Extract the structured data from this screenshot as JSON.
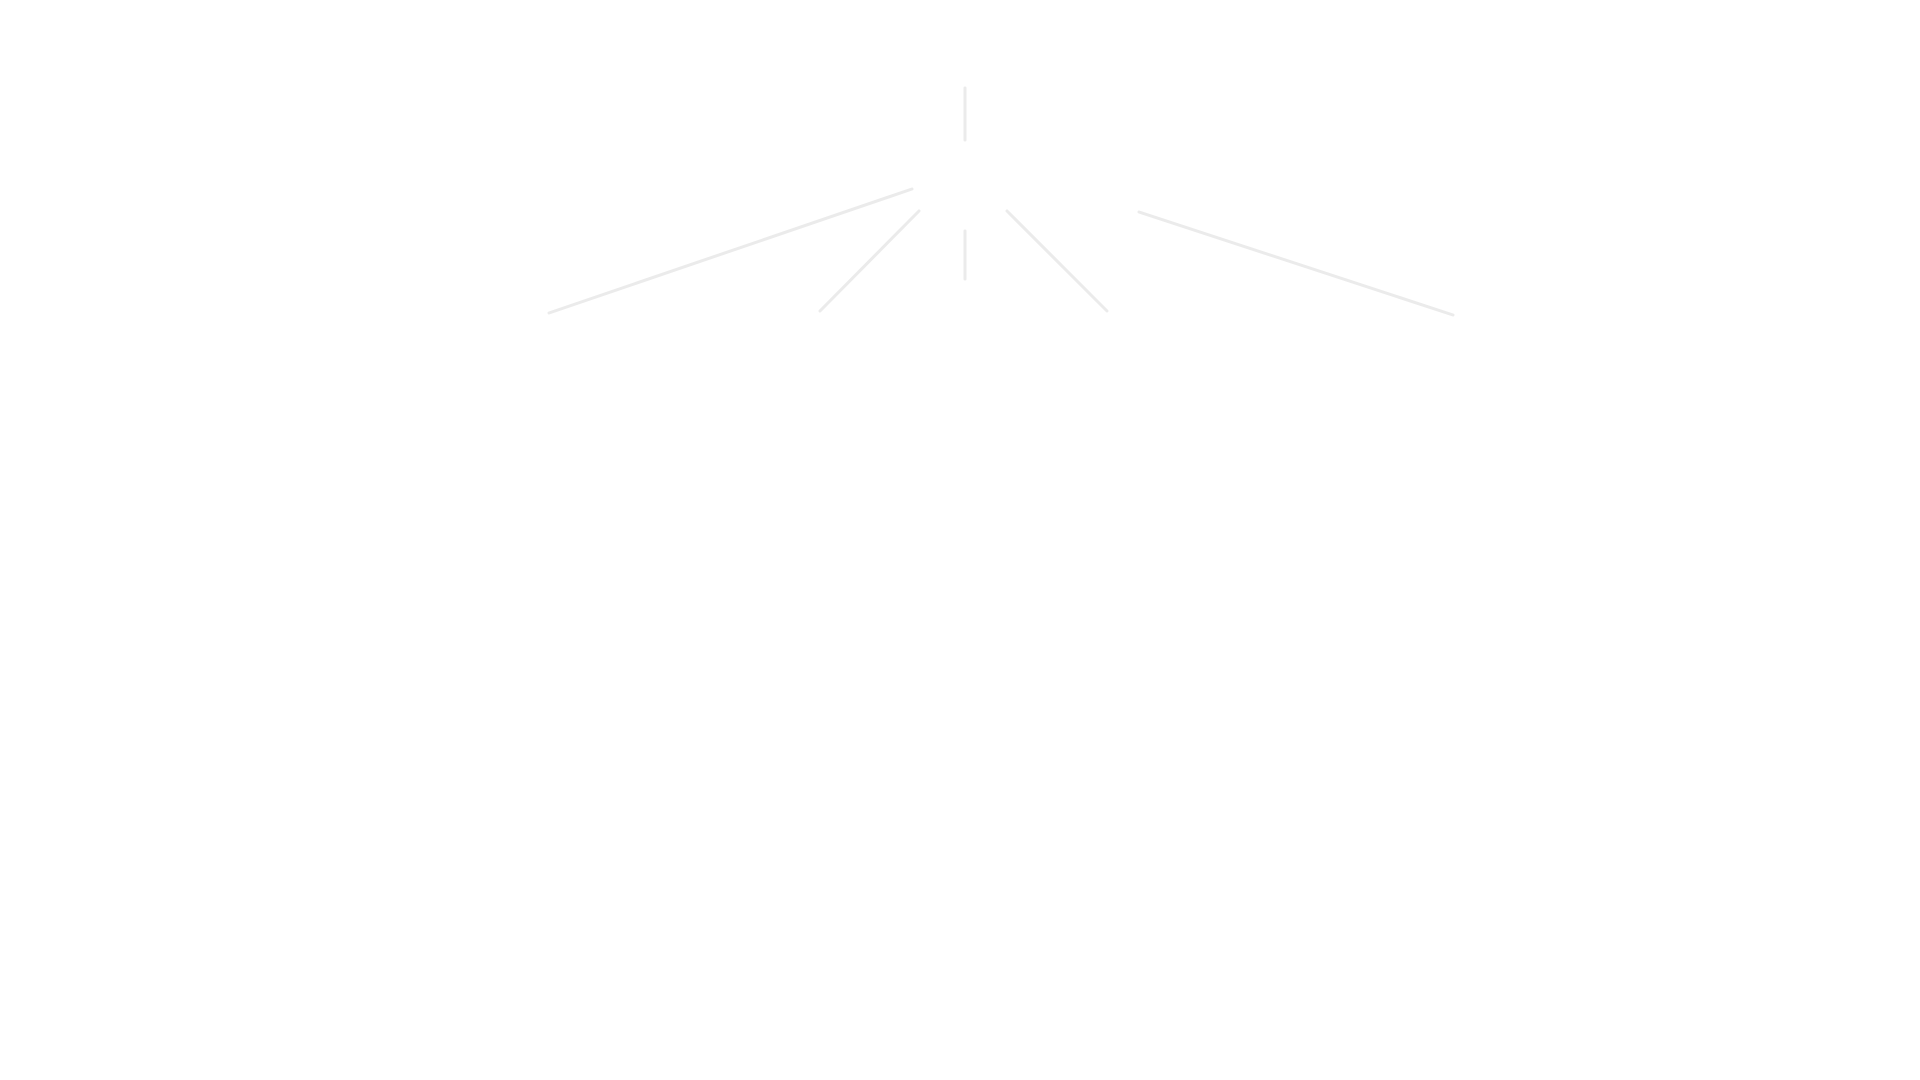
{
  "canvas": {
    "background_color": "#ffffff",
    "connector_color": "#ebebeb"
  },
  "connectors": [
    {
      "name": "top-vertical-connector"
    },
    {
      "name": "left-outer-branch-connector"
    },
    {
      "name": "left-inner-branch-connector"
    },
    {
      "name": "center-vertical-connector"
    },
    {
      "name": "right-inner-branch-connector"
    },
    {
      "name": "right-outer-branch-connector"
    }
  ]
}
